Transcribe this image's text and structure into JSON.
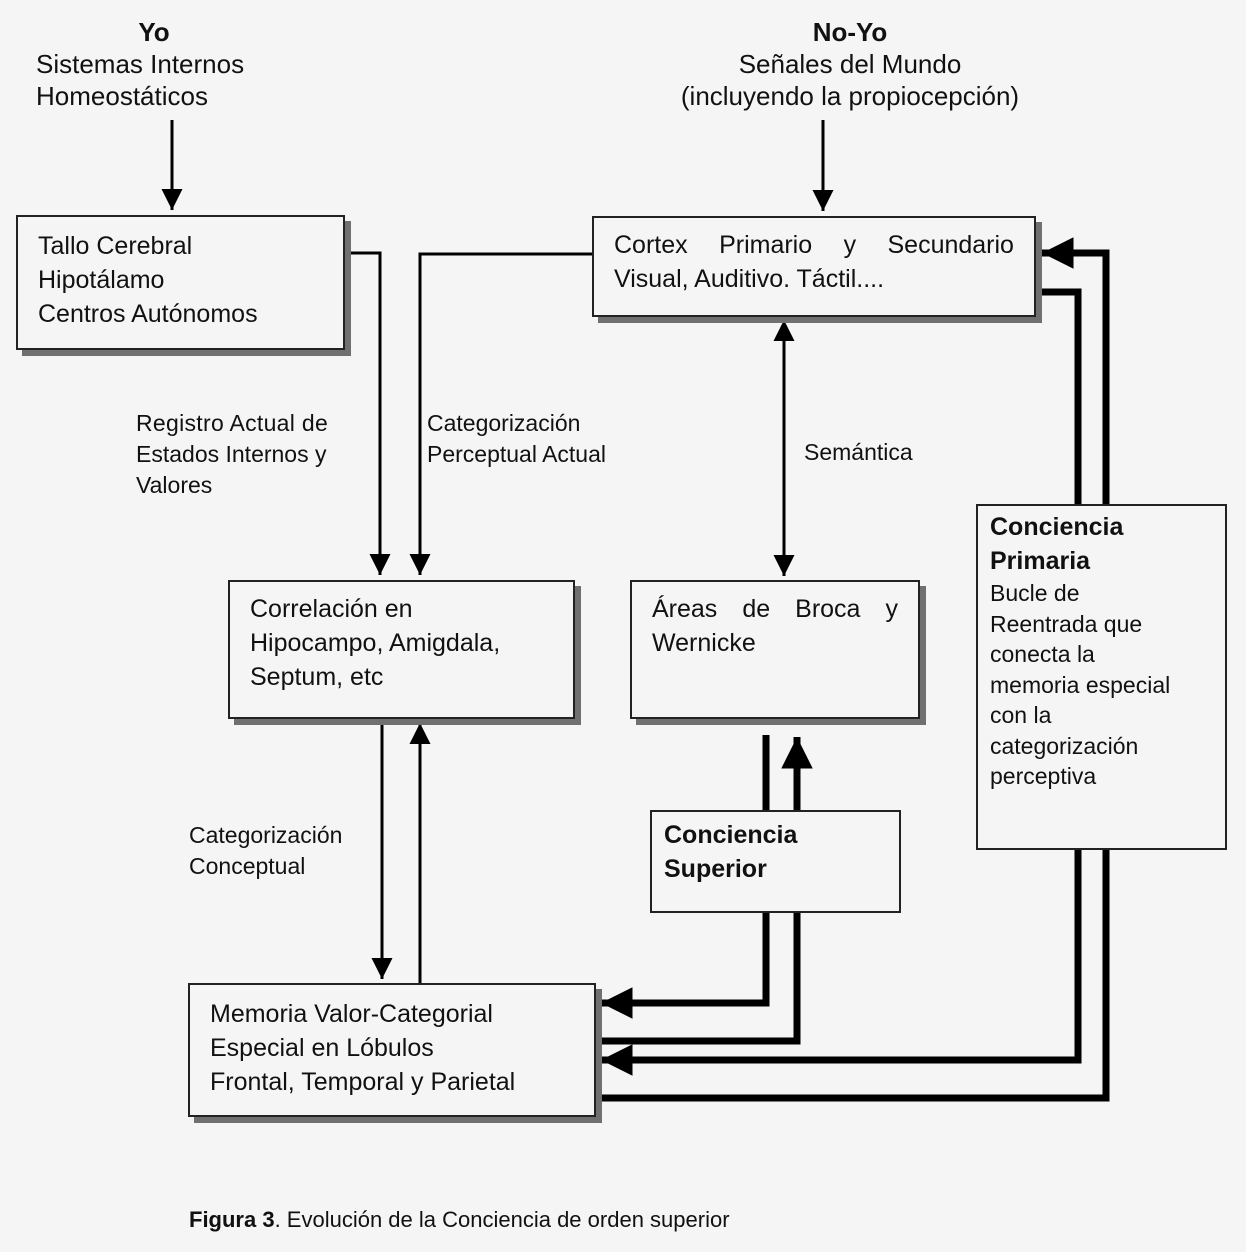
{
  "diagram": {
    "inputs": {
      "self": {
        "heading": "Yo",
        "lines": [
          "Sistemas Internos",
          "Homeostáticos"
        ]
      },
      "non_self": {
        "heading": "No-Yo",
        "lines": [
          "Señales del Mundo",
          "(incluyendo la propiocepción)"
        ]
      }
    },
    "nodes": {
      "tallo": {
        "lines": [
          "Tallo Cerebral",
          "Hipotálamo",
          "Centros Autónomos"
        ]
      },
      "cortex": {
        "lines": [
          [
            "Cortex",
            "Primario",
            "y",
            "Secundario"
          ],
          "Visual, Auditivo. Táctil...."
        ]
      },
      "correlacion": {
        "lines": [
          "Correlación en",
          "Hipocampo, Amigdala,",
          "Septum, etc"
        ]
      },
      "areas": {
        "lines": [
          [
            "Áreas",
            "de",
            "Broca",
            "y"
          ],
          "Wernicke"
        ]
      },
      "conciencia_primaria": {
        "title_lines": [
          "Conciencia",
          "Primaria"
        ],
        "lines": [
          "Bucle de",
          "Reentrada que",
          "conecta la",
          "memoria especial",
          "con la",
          "categorización",
          "perceptiva"
        ]
      },
      "conciencia_superior": {
        "title_lines": [
          "Conciencia",
          "Superior"
        ]
      },
      "memoria": {
        "lines": [
          "Memoria Valor-Categorial",
          "Especial en Lóbulos",
          "Frontal, Temporal y Parietal"
        ]
      }
    },
    "edge_labels": {
      "registro": [
        "Registro Actual de",
        "Estados Internos y",
        "Valores"
      ],
      "perceptual": [
        "Categorización",
        "Perceptual Actual"
      ],
      "semantica": [
        "Semántica"
      ],
      "conceptual": [
        "Categorización",
        "Conceptual"
      ]
    },
    "edges": [
      {
        "from": "self",
        "to": "tallo"
      },
      {
        "from": "non_self",
        "to": "cortex"
      },
      {
        "from": "tallo",
        "to": "correlacion",
        "label": "registro"
      },
      {
        "from": "cortex",
        "to": "correlacion",
        "label": "perceptual"
      },
      {
        "from": "cortex",
        "to": "areas",
        "label": "semantica",
        "bidirectional": true
      },
      {
        "from": "correlacion",
        "to": "memoria",
        "label": "conceptual"
      },
      {
        "from": "memoria",
        "to": "correlacion"
      },
      {
        "from": "conciencia_superior",
        "to": "areas"
      },
      {
        "from": "areas",
        "to": "conciencia_superior"
      },
      {
        "from": "conciencia_superior",
        "to": "memoria"
      },
      {
        "from": "memoria",
        "to": "conciencia_superior"
      },
      {
        "from": "conciencia_primaria",
        "to": "cortex"
      },
      {
        "from": "cortex",
        "to": "conciencia_primaria"
      },
      {
        "from": "conciencia_primaria",
        "to": "memoria"
      },
      {
        "from": "memoria",
        "to": "conciencia_primaria"
      }
    ]
  },
  "caption": {
    "label": "Figura 3",
    "text": ". Evolución de la Conciencia de orden superior"
  }
}
